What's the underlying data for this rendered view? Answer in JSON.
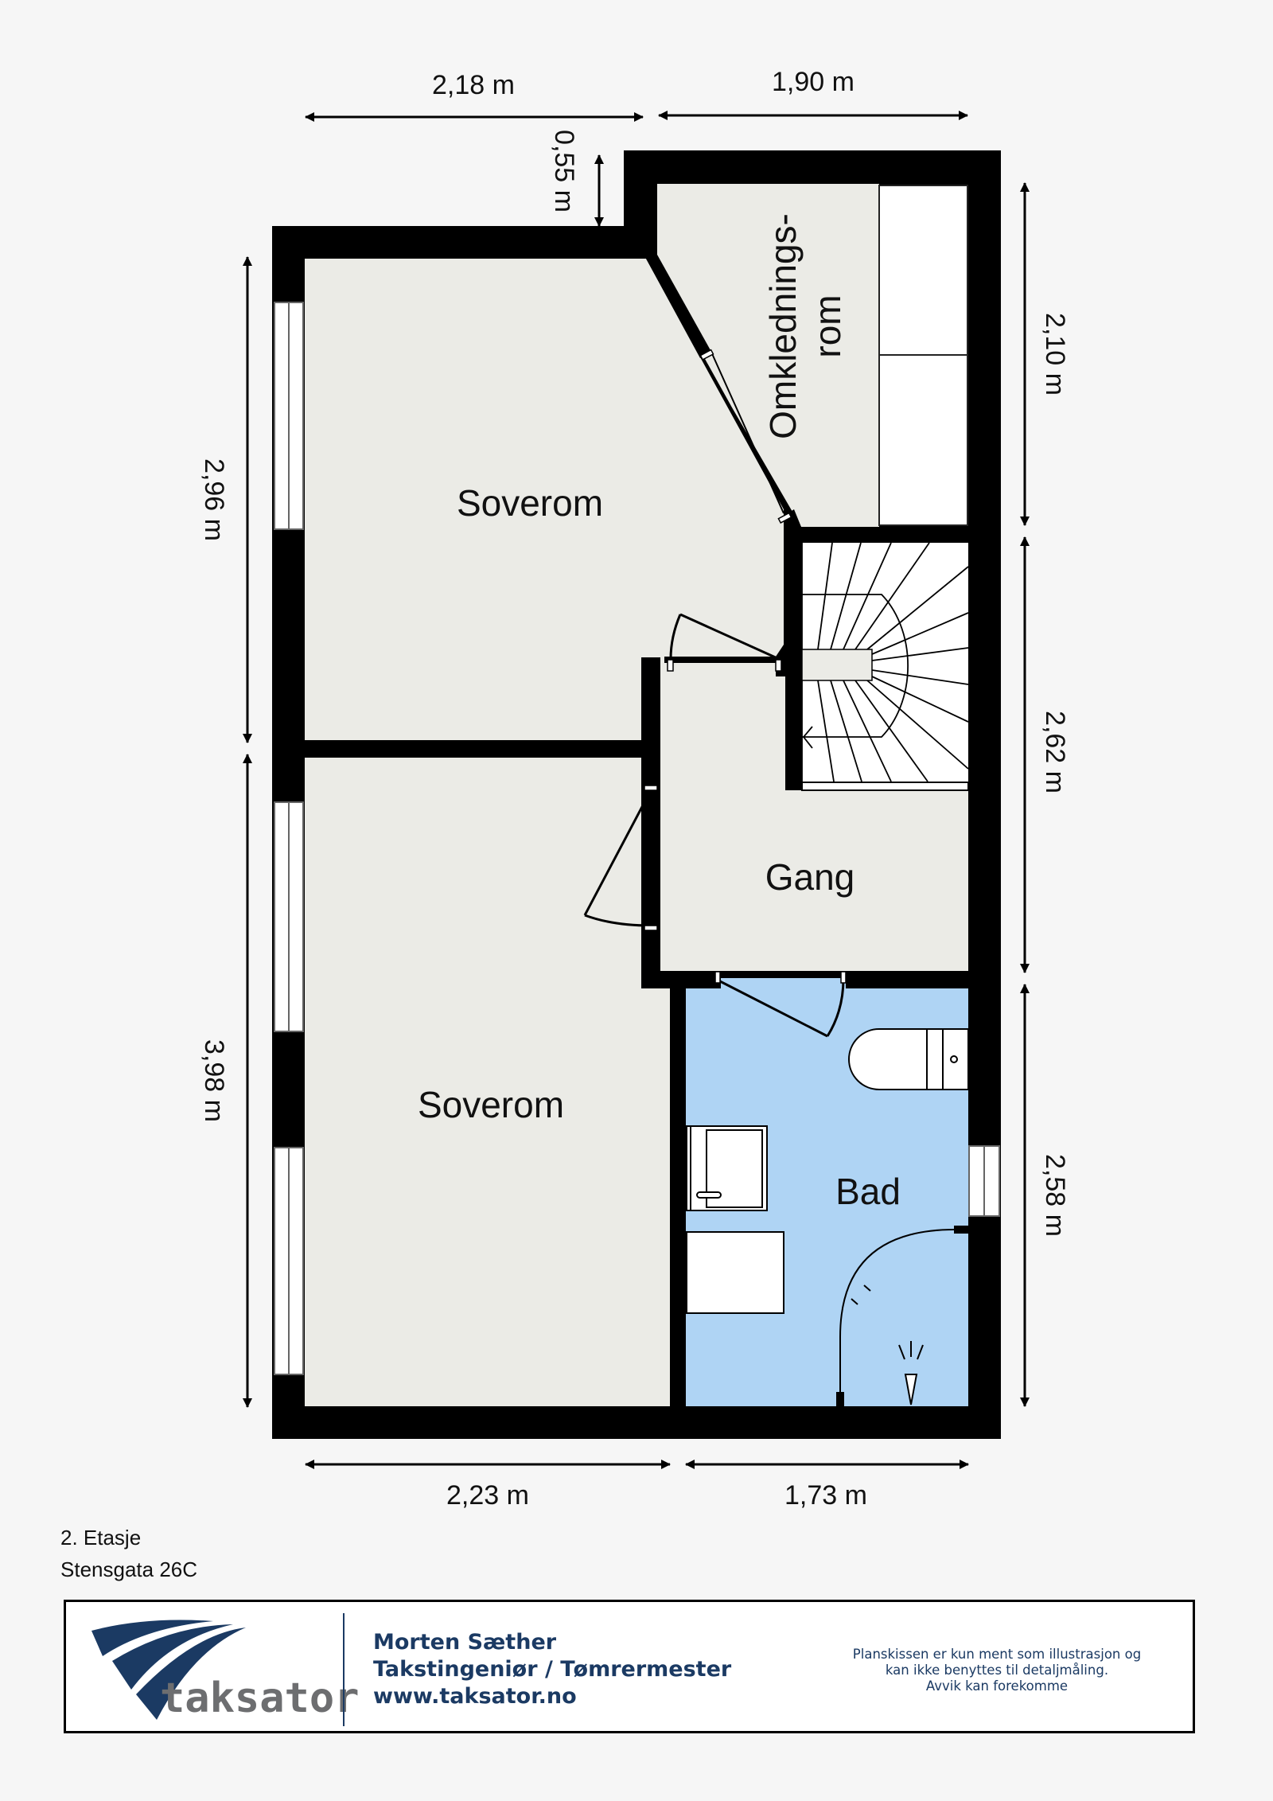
{
  "plan": {
    "rooms": [
      {
        "id": "soverom-1",
        "label": "Soverom"
      },
      {
        "id": "soverom-2",
        "label": "Soverom"
      },
      {
        "id": "omkledningsrom",
        "label_line1": "Omklednings-",
        "label_line2": "rom"
      },
      {
        "id": "gang",
        "label": "Gang"
      },
      {
        "id": "bad",
        "label": "Bad"
      }
    ],
    "dimensions": {
      "top_left": "2,18 m",
      "top_right": "1,90 m",
      "top_step": "0,55 m",
      "left_upper": "2,96 m",
      "left_lower": "3,98 m",
      "right_upper": "2,10 m",
      "right_middle": "2,62 m",
      "right_lower": "2,58 m",
      "bottom_left": "2,23 m",
      "bottom_right": "1,73 m"
    },
    "colors": {
      "wall": "#000000",
      "floor": "#ebebe6",
      "bathroom": "#afd4f4",
      "background": "#f6f6f6"
    }
  },
  "floor_info": {
    "floor": "2. Etasje",
    "address": "Stensgata 26C"
  },
  "footer": {
    "logo_text": "taksator",
    "name": "Morten Sæther",
    "title": "Takstingeniør / Tømrermester",
    "website": "www.taksator.no",
    "disclaimer_line1": "Planskissen er kun ment som illustrasjon og",
    "disclaimer_line2": "kan ikke benyttes til detaljmåling.",
    "disclaimer_line3": "Avvik kan forekomme",
    "brand_color": "#1b3a63",
    "logo_gray": "#6d6e70"
  }
}
